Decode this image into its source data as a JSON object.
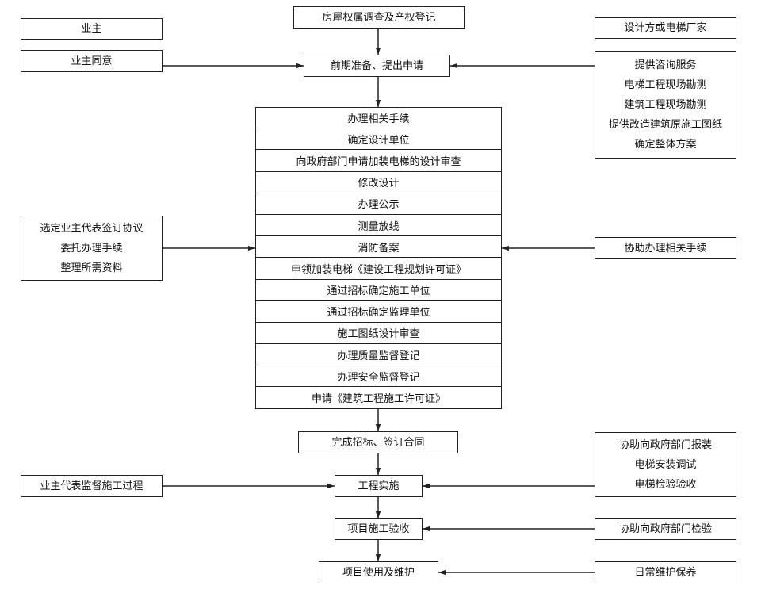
{
  "top": {
    "property": "房屋权属调查及产权登记",
    "owner": "业主",
    "designer": "设计方或电梯厂家",
    "owner_agree": "业主同意",
    "prep": "前期准备、提出申请",
    "designer_services": [
      "提供咨询服务",
      "电梯工程现场勘测",
      "建筑工程现场勘测",
      "提供改造建筑原施工图纸",
      "确定整体方案"
    ]
  },
  "procedures": [
    "办理相关手续",
    "确定设计单位",
    "向政府部门申请加装电梯的设计审查",
    "修改设计",
    "办理公示",
    "测量放线",
    "消防备案",
    "申领加装电梯《建设工程规划许可证》",
    "通过招标确定施工单位",
    "通过招标确定监理单位",
    "施工图纸设计审查",
    "办理质量监督登记",
    "办理安全监督登记",
    "申请《建筑工程施工许可证》"
  ],
  "side": {
    "owner_tasks": [
      "选定业主代表签订协议",
      "委托办理手续",
      "整理所需资料"
    ],
    "assist_procedures": "协助办理相关手续"
  },
  "bottom": {
    "contract": "完成招标、签订合同",
    "construction": "工程实施",
    "owner_supervise": "业主代表监督施工过程",
    "assist_install": [
      "协助向政府部门报装",
      "电梯安装调试",
      "电梯检验验收"
    ],
    "acceptance": "项目施工验收",
    "assist_inspect": "协助向政府部门检验",
    "use": "项目使用及维护",
    "maintain": "日常维护保养"
  }
}
